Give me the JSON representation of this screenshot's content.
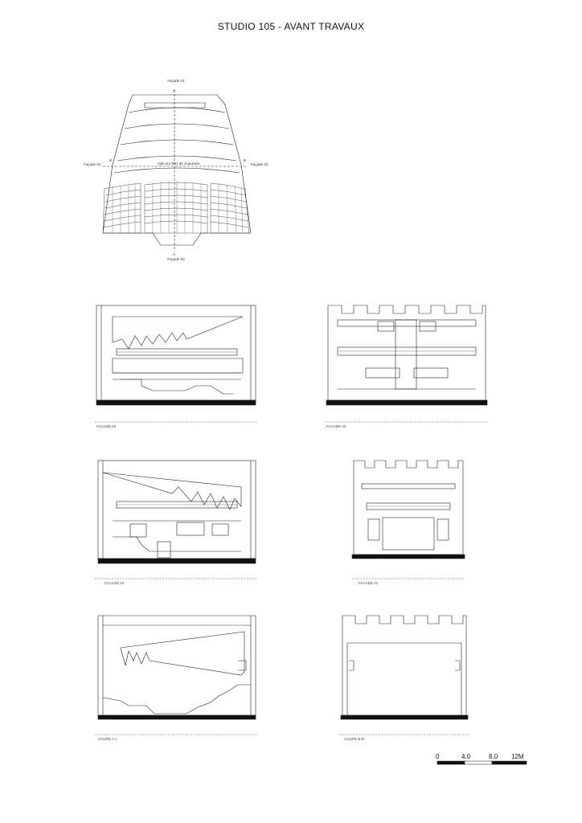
{
  "title": "STUDIO 105 - AVANT TRAVAUX",
  "plan": {
    "facade_top": "Façade 01",
    "facade_left": "Façade 04",
    "facade_right": "Façade 02",
    "facade_bottom": "Façade 03",
    "void_label": "Vide sur Rez de chaussée",
    "marker_a_top": "A",
    "marker_a_bottom": "A",
    "marker_b_left": "B",
    "marker_b_right": "B"
  },
  "drawings": {
    "facade02": "FACADE 02",
    "facade03": "FACADE 03",
    "facade04": "FACADE 04",
    "facade01": "FACADE 01",
    "coupeAA": "COUPE A A",
    "coupeBB": "COUPE B-B"
  },
  "scale": {
    "labels": [
      "0",
      "4.0",
      "8.0",
      "12M"
    ]
  }
}
